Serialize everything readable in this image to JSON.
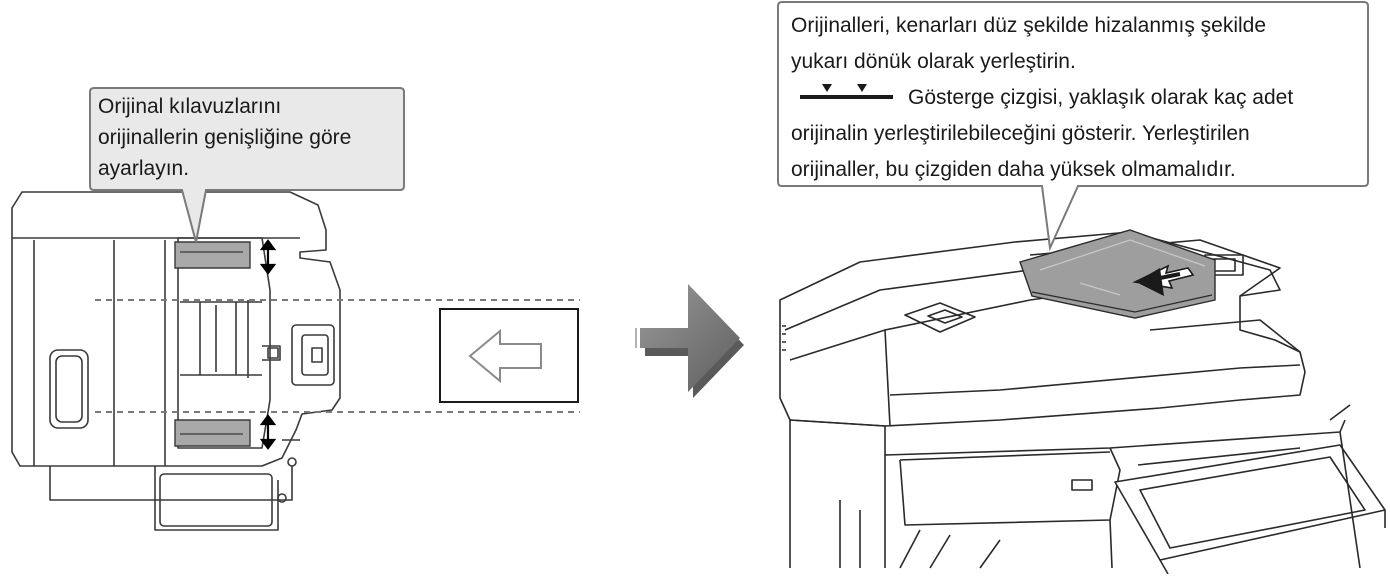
{
  "left_callout": {
    "lines": [
      "Orijinal kılavuzlarını",
      "orijinallerin genişliğine göre",
      "ayarlayın."
    ]
  },
  "right_callout": {
    "line1": "Orijinalleri, kenarları düz şekilde hizalanmış şekilde",
    "line2": "yukarı dönük olarak yerleştirin.",
    "line3": "Gösterge çizgisi, yaklaşık olarak kaç adet",
    "line4": "orijinalin yerleştirilebileceğini gösterir. Yerleştirilen",
    "line5": "orijinaller, bu çizgiden daha yüksek olmamalıdır."
  },
  "colors": {
    "box_fill": "#e9e9e9",
    "box_stroke": "#7a7a7a",
    "line": "#3a3a3a",
    "paper": "#9e9e9e",
    "arrow_gray": "#7d7d7d",
    "dash": "#7a7a7a"
  },
  "icons": {
    "indicator": "indicator-line-icon",
    "direction": "left-arrow-icon",
    "transition": "right-arrow-icon"
  }
}
